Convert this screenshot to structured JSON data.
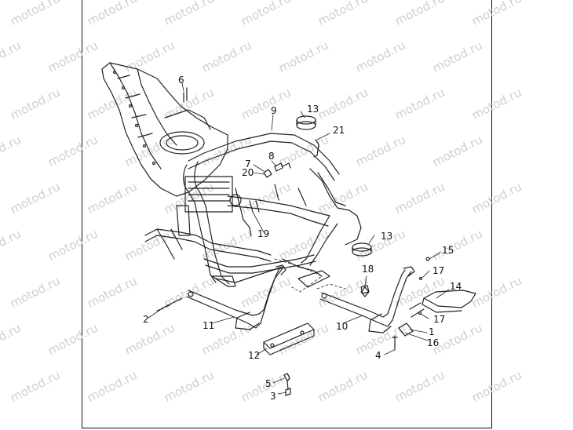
{
  "watermark": "motod.ru",
  "parts": [
    {
      "id": "p1",
      "num": "1"
    },
    {
      "id": "p2",
      "num": "2"
    },
    {
      "id": "p3",
      "num": "3"
    },
    {
      "id": "p4",
      "num": "4"
    },
    {
      "id": "p5",
      "num": "5"
    },
    {
      "id": "p6",
      "num": "6"
    },
    {
      "id": "p7",
      "num": "7"
    },
    {
      "id": "p8",
      "num": "8"
    },
    {
      "id": "p9",
      "num": "9"
    },
    {
      "id": "p10",
      "num": "10"
    },
    {
      "id": "p11",
      "num": "11"
    },
    {
      "id": "p12",
      "num": "12"
    },
    {
      "id": "p13a",
      "num": "13"
    },
    {
      "id": "p13b",
      "num": "13"
    },
    {
      "id": "p14",
      "num": "14"
    },
    {
      "id": "p15",
      "num": "15"
    },
    {
      "id": "p16",
      "num": "16"
    },
    {
      "id": "p17a",
      "num": "17"
    },
    {
      "id": "p17b",
      "num": "17"
    },
    {
      "id": "p18",
      "num": "18"
    },
    {
      "id": "p19",
      "num": "19"
    },
    {
      "id": "p20",
      "num": "20"
    },
    {
      "id": "p21",
      "num": "21"
    }
  ]
}
